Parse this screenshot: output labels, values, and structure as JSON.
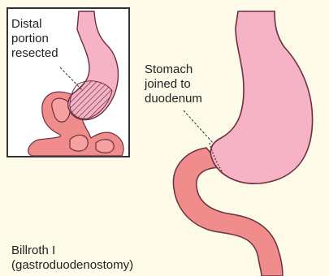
{
  "labels": {
    "inset": "Distal\nportion\nresected",
    "main": "Stomach\njoined to\nduodenum",
    "procedure": "Billroth I\n(gastroduodenostomy)"
  },
  "colors": {
    "background": "#fdfbe8",
    "stomach": "#f6b3c6",
    "intestine": "#f08c8c",
    "outline": "#6a3040",
    "inset_border": "#333333",
    "hatch": "#5a2a35"
  }
}
